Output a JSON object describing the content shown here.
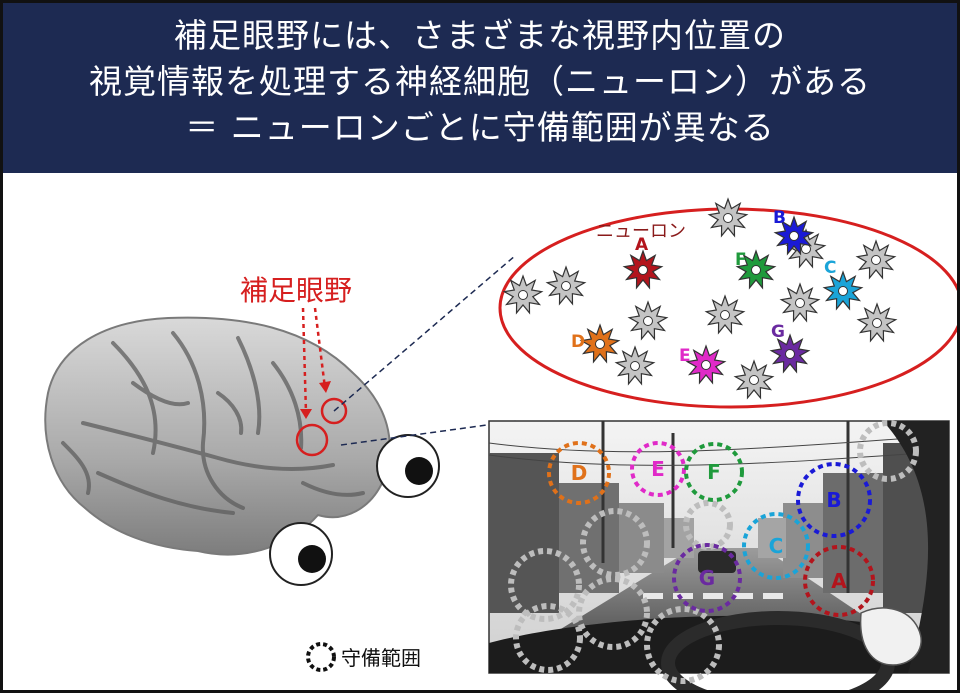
{
  "header": {
    "line1": "補足眼野には、さまざまな視野内位置の",
    "line2": "視覚情報を処理する神経細胞（ニューロン）がある",
    "line3": "＝ ニューロンごとに守備範囲が異なる"
  },
  "brain_label": "補足眼野",
  "neuron_label": "ニューロン",
  "legend_label": "守備範囲",
  "neurons": [
    {
      "letter": "A",
      "color": "#b3141c"
    },
    {
      "letter": "B",
      "color": "#1a1ad6"
    },
    {
      "letter": "C",
      "color": "#1aa4d8"
    },
    {
      "letter": "D",
      "color": "#e0711a"
    },
    {
      "letter": "E",
      "color": "#e02ac8"
    },
    {
      "letter": "F",
      "color": "#1f9a3c"
    },
    {
      "letter": "G",
      "color": "#6a2aa0"
    }
  ]
}
